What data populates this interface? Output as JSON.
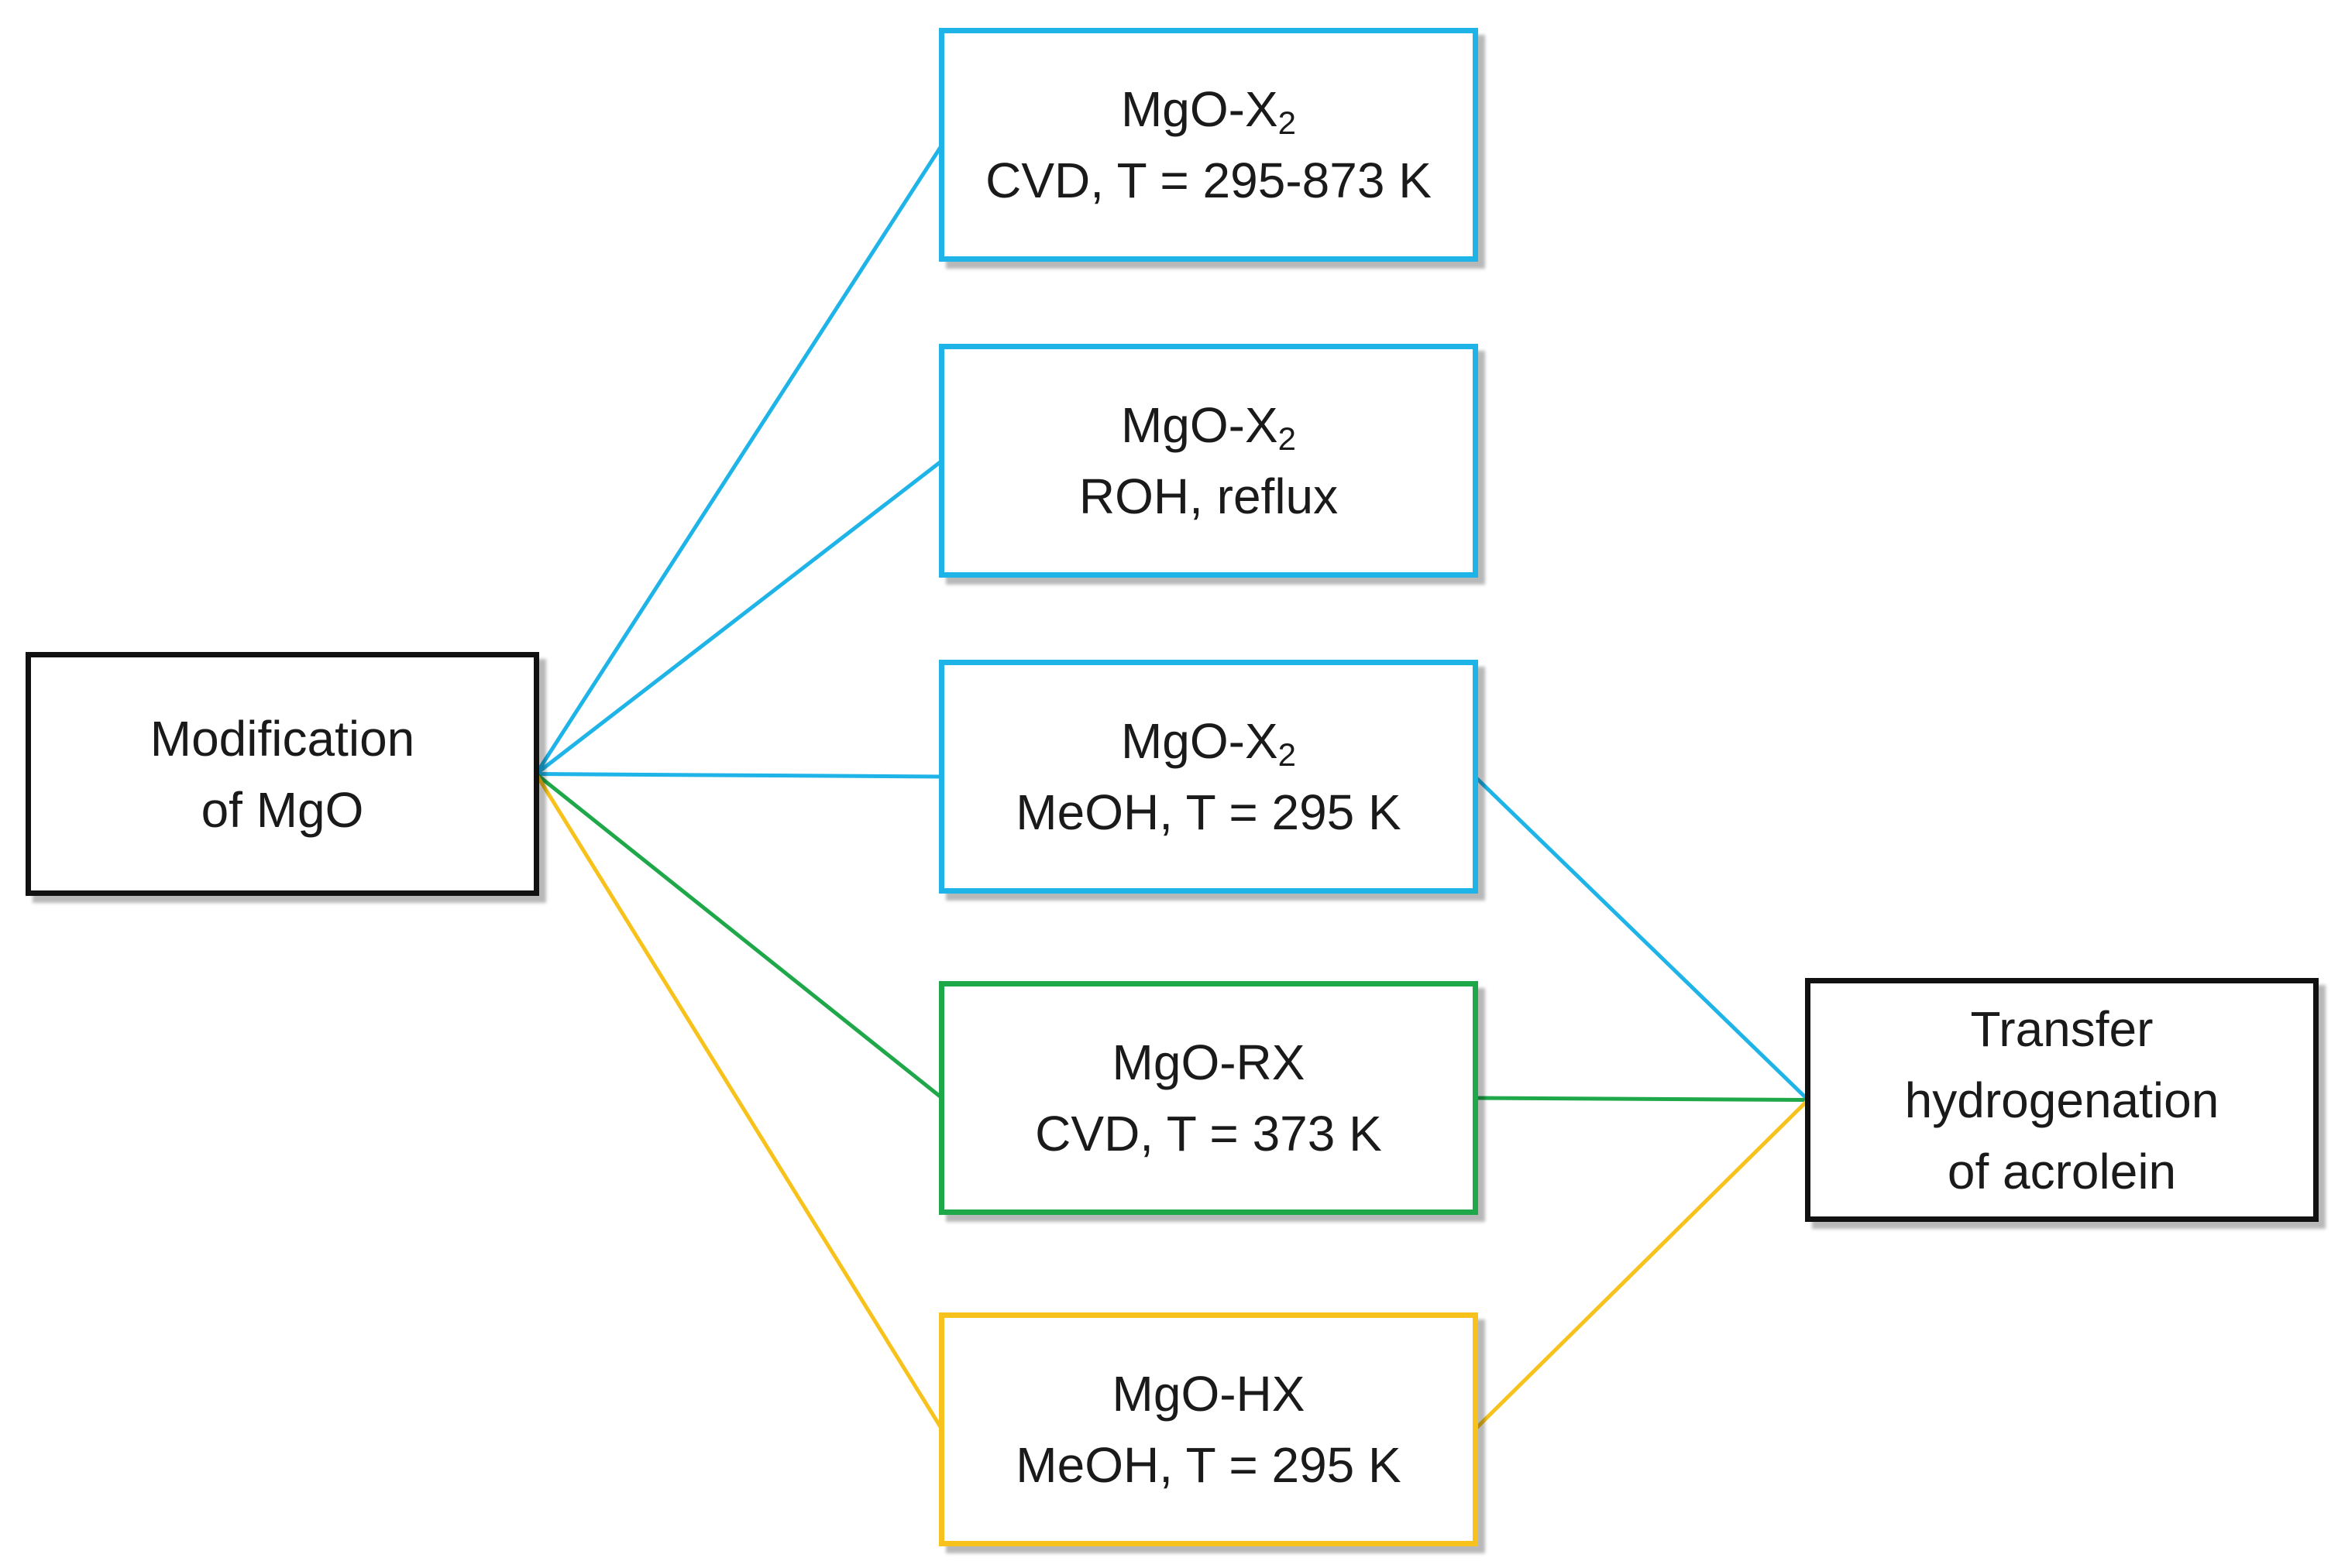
{
  "colors": {
    "blue": "#1fb4e8",
    "green": "#1fa84a",
    "yellow": "#f7c21c",
    "black": "#111111"
  },
  "source": {
    "line1": "Modification",
    "line2": "of MgO"
  },
  "target": {
    "line1": "Transfer",
    "line2": "hydrogenation",
    "line3": "of acrolein"
  },
  "steps": [
    {
      "id": "cvd-x2",
      "formula": "MgO-X",
      "subscript": "2",
      "condition": "CVD, T = 295-873 K",
      "color": "blue",
      "to_target": false
    },
    {
      "id": "roh-x2",
      "formula": "MgO-X",
      "subscript": "2",
      "condition": "ROH, reflux",
      "color": "blue",
      "to_target": false
    },
    {
      "id": "meoh-x2",
      "formula": "MgO-X",
      "subscript": "2",
      "condition": "MeOH, T = 295 K",
      "color": "blue",
      "to_target": true
    },
    {
      "id": "cvd-rx",
      "formula": "MgO-RX",
      "subscript": "",
      "condition": "CVD, T = 373 K",
      "color": "green",
      "to_target": true
    },
    {
      "id": "meoh-hx",
      "formula": "MgO-HX",
      "subscript": "",
      "condition": "MeOH, T = 295 K",
      "color": "yellow",
      "to_target": true
    }
  ]
}
